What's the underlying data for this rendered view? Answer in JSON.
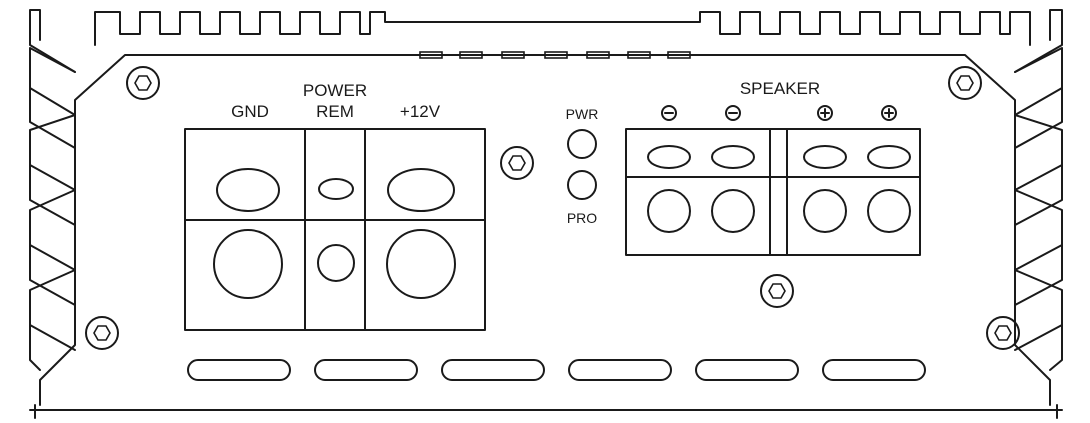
{
  "power_terminal": {
    "gnd_label": "GND",
    "power_label": "POWER",
    "rem_label": "REM",
    "plus12v_label": "+12V"
  },
  "indicators": {
    "pwr_label": "PWR",
    "pro_label": "PRO"
  },
  "speaker_terminal": {
    "title": "SPEAKER",
    "polarity_symbols": [
      "−",
      "−",
      "+",
      "+"
    ]
  }
}
